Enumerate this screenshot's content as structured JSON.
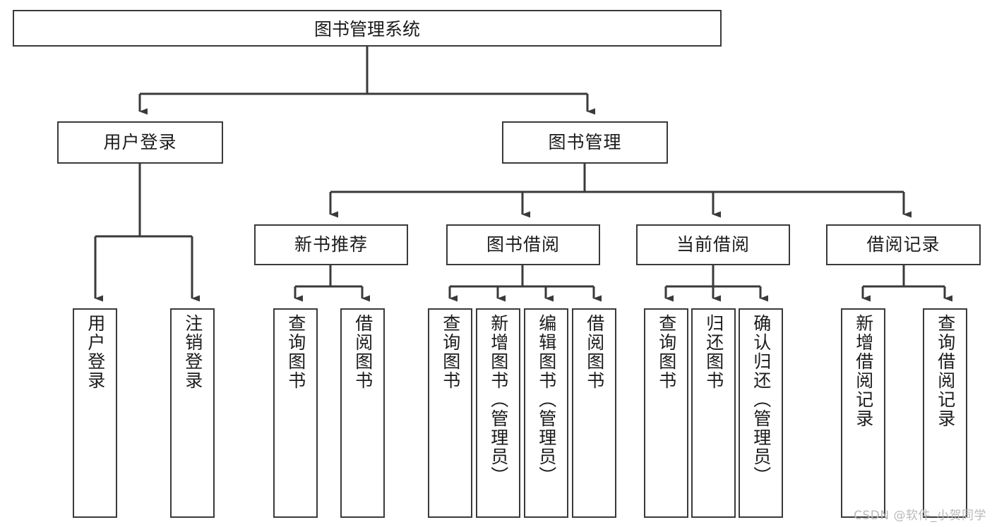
{
  "diagram": {
    "title": "图书管理系统",
    "type": "hierarchy-tree",
    "watermark": "CSDN @软件_小贺同学",
    "colors": {
      "box_border": "#3a3a3a",
      "box_fill": "#ffffff",
      "connector": "#3a3a3a",
      "text": "#1b1b1b",
      "watermark": "#b9b9b9"
    },
    "root": {
      "label": "图书管理系统"
    },
    "level2": [
      {
        "label": "用户登录"
      },
      {
        "label": "图书管理"
      }
    ],
    "level3": [
      {
        "label": "新书推荐"
      },
      {
        "label": "图书借阅"
      },
      {
        "label": "当前借阅"
      },
      {
        "label": "借阅记录"
      }
    ],
    "leaves": {
      "user_login": [
        {
          "label": "用户登录"
        },
        {
          "label": "注销登录"
        }
      ],
      "new_book_recommend": [
        {
          "label": "查询图书"
        },
        {
          "label": "借阅图书"
        }
      ],
      "book_borrow": [
        {
          "label": "查询图书"
        },
        {
          "label": "新增图书（管理员）"
        },
        {
          "label": "编辑图书（管理员）"
        },
        {
          "label": "借阅图书"
        }
      ],
      "current_borrow": [
        {
          "label": "查询图书"
        },
        {
          "label": "归还图书"
        },
        {
          "label": "确认归还（管理员）"
        }
      ],
      "borrow_record": [
        {
          "label": "新增借阅记录"
        },
        {
          "label": "查询借阅记录"
        }
      ]
    }
  }
}
